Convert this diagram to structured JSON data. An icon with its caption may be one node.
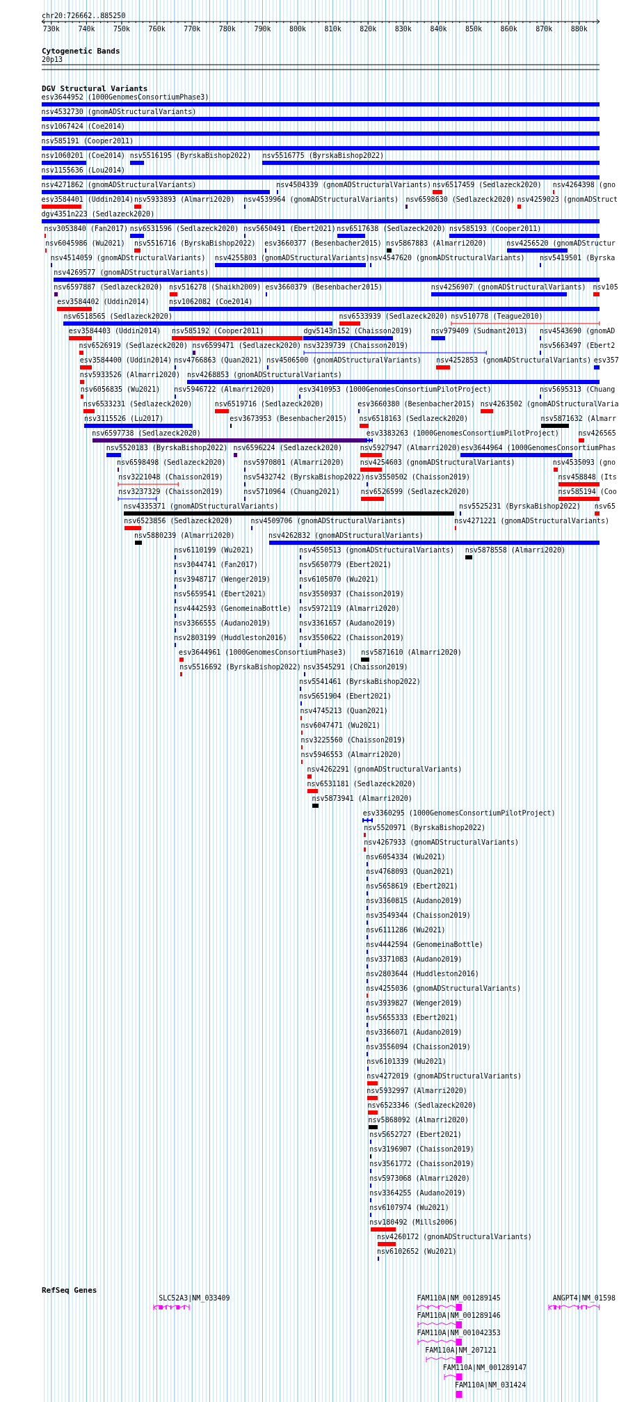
{
  "diagram": {
    "labels": [
      "chr20:726662..885250",
      "730k",
      "740k",
      "750k",
      "760k",
      "770k",
      "780k",
      "790k",
      "800k",
      "810k",
      "820k",
      "830k",
      "840k",
      "850k",
      "860k",
      "870k",
      "880k",
      "Cytogenetic Bands",
      "20p13",
      "DGV Structural Variants",
      "esv3644952 (1000GenomesConsortiumPhase3)",
      "nsv4532730 (gnomADStructuralVariants)",
      "nsv1067424 (Coe2014)",
      "nsv585191 (Cooper2011)",
      "nsv1060201 (Coe2014)",
      "nsv5516195 (ByrskaBishop2022)",
      "nsv5516775 (ByrskaBishop2022)",
      "nsv1155636 (Lou2014)",
      "nsv4271862 (gnomADStructuralVariants)",
      "nsv4504339 (gnomADStructuralVariants)",
      "nsv6517459 (Sedlazeck2020)",
      "nsv4264398 (gno",
      "esv3584401 (Uddin2014)",
      "nsv5933893 (Almarri2020)",
      "nsv4539964 (gnomADStructuralVariants)",
      "nsv6598630 (Sedlazeck2020)",
      "nsv4259023 (gnomADStruct",
      "dgv4351n223 (Sedlazeck2020)",
      "nsv3053840 (Fan2017)",
      "nsv6531596 (Sedlazeck2020)",
      "nsv5650491 (Ebert2021)",
      "nsv6517638 (Sedlazeck2020)",
      "nsv585193 (Cooper2011)",
      "nsv6045986 (Wu2021)",
      "nsv5516716 (ByrskaBishop2022)",
      "esv3660377 (Besenbacher2015)",
      "nsv5867883 (Almarri2020)",
      "nsv4256520 (gnomADStructur",
      "nsv4514059 (gnomADStructuralVariants)",
      "nsv4255803 (gnomADStructuralVariants)",
      "nsv4547620 (gnomADStructuralVariants)",
      "nsv5419501 (Byrska",
      "nsv4269577 (gnomADStructuralVariants)",
      "nsv6597887 (Sedlazeck2020)",
      "nsv516278 (Shaikh2009)",
      "esv3660379 (Besenbacher2015)",
      "nsv4256907 (gnomADStructuralVariants)",
      "nsv105",
      "esv3584402 (Uddin2014)",
      "nsv1062082 (Coe2014)",
      "nsv6518565 (Sedlazeck2020)",
      "nsv6533939 (Sedlazeck2020)",
      "nsv510778 (Teague2010)",
      "esv3584403 (Uddin2014)",
      "nsv585192 (Cooper2011)",
      "dgv5143n152 (Chaisson2019)",
      "nsv979409 (Sudmant2013)",
      "nsv4543690 (gnomAD",
      "nsv6526919 (Sedlazeck2020)",
      "nsv6599471 (Sedlazeck2020)",
      "nsv3239739 (Chaisson2019)",
      "nsv5663497 (Ebert2",
      "esv3584400 (Uddin2014)",
      "nsv4766863 (Quan2021)",
      "nsv4506500 (gnomADStructuralVariants)",
      "nsv4252853 (gnomADStructuralVariants)",
      "esv357",
      "nsv5933526 (Almarri2020)",
      "nsv4268853 (gnomADStructuralVariants)",
      "nsv6056835 (Wu2021)",
      "nsv5946722 (Almarri2020)",
      "esv3410953 (1000GenomesConsortiumPilotProject)",
      "nsv5695313 (Chuang",
      "nsv6533231 (Sedlazeck2020)",
      "nsv6519716 (Sedlazeck2020)",
      "esv3660380 (Besenbacher2015)",
      "nsv4263502 (gnomADStructuralVaria",
      "nsv3115526 (Lu2017)",
      "esv3673953 (Besenbacher2015)",
      "nsv6518163 (Sedlazeck2020)",
      "nsv5871632 (Almarr",
      "nsv6597738 (Sedlazeck2020)",
      "esv3383263 (1000GenomesConsortiumPilotProject)",
      "nsv426565",
      "nsv5520183 (ByrskaBishop2022)",
      "nsv6596224 (Sedlazeck2020)",
      "nsv5927947 (Almarri2020)",
      "esv3644964 (1000GenomesConsortiumPhas",
      "nsv6598498 (Sedlazeck2020)",
      "nsv5970801 (Almarri2020)",
      "nsv4254603 (gnomADStructuralVariants)",
      "nsv4535093 (gno",
      "nsv3221048 (Chaisson2019)",
      "nsv5432742 (ByrskaBishop2022)",
      "nsv3550502 (Chaisson2019)",
      "nsv458848 (Its",
      "nsv3237329 (Chaisson2019)",
      "nsv5710964 (Chuang2021)",
      "nsv6526599 (Sedlazeck2020)",
      "nsv585194 (Coo",
      "nsv4335371 (gnomADStructuralVariants)",
      "nsv5525231 (ByrskaBishop2022)",
      "nsv65",
      "nsv6523856 (Sedlazeck2020)",
      "nsv4509706 (gnomADStructuralVariants)",
      "nsv4271221 (gnomADStructuralVariants)",
      "nsv5880239 (Almarri2020)",
      "nsv4262832 (gnomADStructuralVariants)",
      "nsv6110199 (Wu2021)",
      "nsv4550513 (gnomADStructuralVariants)",
      "nsv5878558 (Almarri2020)",
      "nsv3044741 (Fan2017)",
      "nsv5650779 (Ebert2021)",
      "nsv3948717 (Wenger2019)",
      "nsv6105070 (Wu2021)",
      "nsv5659541 (Ebert2021)",
      "nsv3550937 (Chaisson2019)",
      "nsv4442593 (GenomeinaBottle)",
      "nsv5972119 (Almarri2020)",
      "nsv3366555 (Audano2019)",
      "nsv3361657 (Audano2019)",
      "nsv2803199 (Huddleston2016)",
      "nsv3550622 (Chaisson2019)",
      "esv3644961 (1000GenomesConsortiumPhase3)",
      "nsv5871610 (Almarri2020)",
      "nsv5516692 (ByrskaBishop2022)",
      "nsv3545291 (Chaisson2019)",
      "nsv5541461 (ByrskaBishop2022)",
      "nsv5651904 (Ebert2021)",
      "nsv4745213 (Quan2021)",
      "nsv6047471 (Wu2021)",
      "nsv3225560 (Chaisson2019)",
      "nsv5946553 (Almarri2020)",
      "nsv4262291 (gnomADStructuralVariants)",
      "nsv6531181 (Sedlazeck2020)",
      "nsv5873941 (Almarri2020)",
      "esv3360295 (1000GenomesConsortiumPilotProject)",
      "nsv5520971 (ByrskaBishop2022)",
      "nsv4267933 (gnomADStructuralVariants)",
      "nsv6054334 (Wu2021)",
      "nsv4768093 (Quan2021)",
      "nsv5658619 (Ebert2021)",
      "nsv3360815 (Audano2019)",
      "nsv3549344 (Chaisson2019)",
      "nsv6111286 (Wu2021)",
      "nsv4442594 (GenomeinaBottle)",
      "nsv3371083 (Audano2019)",
      "nsv2803644 (Huddleston2016)",
      "nsv4255036 (gnomADStructuralVariants)",
      "nsv3939827 (Wenger2019)",
      "nsv5655333 (Ebert2021)",
      "nsv3366071 (Audano2019)",
      "nsv3556094 (Chaisson2019)",
      "nsv6101339 (Wu2021)",
      "nsv4272019 (gnomADStructuralVariants)",
      "nsv5932997 (Almarri2020)",
      "nsv6523346 (Sedlazeck2020)",
      "nsv5868092 (Almarri2020)",
      "nsv5652727 (Ebert2021)",
      "nsv3196907 (Chaisson2019)",
      "nsv3561772 (Chaisson2019)",
      "nsv5973068 (Almarri2020)",
      "nsv3364255 (Audano2019)",
      "nsv6107974 (Wu2021)",
      "nsv180492 (Mills2006)",
      "nsv4260172 (gnomADStructuralVariants)",
      "nsv6102652 (Wu2021)",
      "RefSeq Genes",
      "SLC52A3|NM_033409",
      "FAM110A|NM_001289145",
      "ANGPT4|NM_01598",
      "FAM110A|NM_001289146",
      "FAM110A|NM_001042353",
      "FAM110A|NM_207121",
      "FAM110A|NM_001289147",
      "FAM110A|NM_031424"
    ]
  }
}
